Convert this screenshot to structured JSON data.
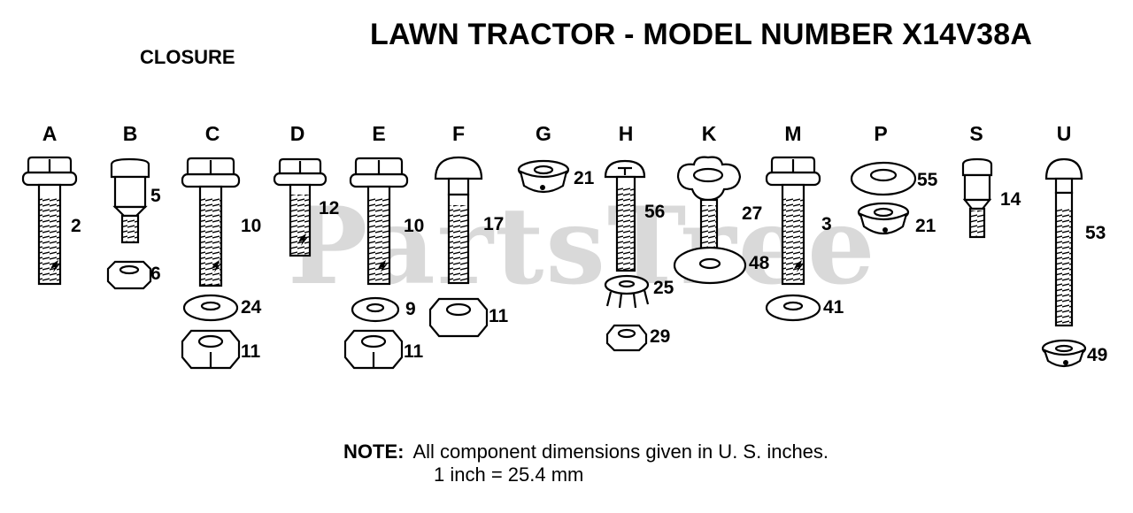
{
  "title": "LAWN TRACTOR - MODEL NUMBER X14V38A",
  "subtitle": "CLOSURE",
  "watermark": {
    "text": "PartsTree",
    "mark": "™"
  },
  "columns": [
    {
      "letter": "A"
    },
    {
      "letter": "B"
    },
    {
      "letter": "C"
    },
    {
      "letter": "D"
    },
    {
      "letter": "E"
    },
    {
      "letter": "F"
    },
    {
      "letter": "G"
    },
    {
      "letter": "H"
    },
    {
      "letter": "K"
    },
    {
      "letter": "M"
    },
    {
      "letter": "P"
    },
    {
      "letter": "S"
    },
    {
      "letter": "U"
    }
  ],
  "callouts": [
    {
      "num": "2"
    },
    {
      "num": "5"
    },
    {
      "num": "6"
    },
    {
      "num": "10"
    },
    {
      "num": "24"
    },
    {
      "num": "11"
    },
    {
      "num": "12"
    },
    {
      "num": "10"
    },
    {
      "num": "9"
    },
    {
      "num": "11"
    },
    {
      "num": "17"
    },
    {
      "num": "11"
    },
    {
      "num": "21"
    },
    {
      "num": "56"
    },
    {
      "num": "25"
    },
    {
      "num": "29"
    },
    {
      "num": "27"
    },
    {
      "num": "48"
    },
    {
      "num": "3"
    },
    {
      "num": "41"
    },
    {
      "num": "55"
    },
    {
      "num": "21"
    },
    {
      "num": "14"
    },
    {
      "num": "53"
    },
    {
      "num": "49"
    }
  ],
  "note": {
    "label": "NOTE:",
    "line1": "All component dimensions given in U. S. inches.",
    "line2": "1 inch = 25.4 mm"
  }
}
